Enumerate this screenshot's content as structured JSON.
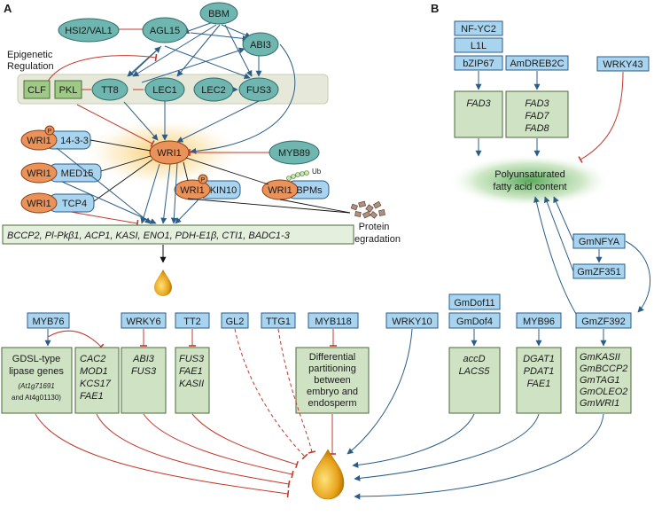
{
  "panels": {
    "a": "A",
    "b": "B"
  },
  "panel_a": {
    "top": {
      "hsi2": "HSI2/VAL1",
      "agl15": "AGL15",
      "bbm": "BBM",
      "abi3": "ABI3",
      "epigenetic": [
        "Epigenetic",
        "Regulation"
      ],
      "clf": "CLF",
      "pkl": "PKL",
      "tt8": "TT8",
      "lec1": "LEC1",
      "lec2": "LEC2",
      "fus3": "FUS3"
    },
    "wri1_regs": {
      "wri1": "WRI1",
      "p": "P",
      "ub": "Ub",
      "p1433": "14-3-3",
      "med15": "MED15",
      "tcp4": "TCP4",
      "myb89": "MYB89",
      "kin10": "KIN10",
      "bpms": "BPMs",
      "protein_degradation": [
        "Protein",
        "Degradation"
      ]
    },
    "targets": "BCCP2, Pl-Pkβ1, ACP1, KASI, ENO1, PDH-E1β, CTI1, BADC1-3"
  },
  "panel_b": {
    "nfyc2": "NF-YC2",
    "l1l": "L1L",
    "bzip67": "bZIP67",
    "amdreb2c": "AmDREB2C",
    "wrky43": "WRKY43",
    "fad3": "FAD3",
    "fad_group": [
      "FAD3",
      "FAD7",
      "FAD8"
    ],
    "pufa": [
      "Polyunsaturated",
      "fatty acid content"
    ],
    "gmnfya": "GmNFYA",
    "gmzf351": "GmZF351"
  },
  "bottom": {
    "tfs": {
      "myb76": "MYB76",
      "wrky6": "WRKY6",
      "tt2": "TT2",
      "gl2": "GL2",
      "ttg1": "TTG1",
      "myb118": "MYB118",
      "wrky10": "WRKY10",
      "gmdof11": "GmDof11",
      "gmdof4": "GmDof4",
      "myb96": "MYB96",
      "gmzf392": "GmZF392"
    },
    "gdsl": [
      "GDSL-type",
      "lipase genes",
      "(At1g71691",
      "and At4g01130)"
    ],
    "myb76_targets": [
      "CAC2",
      "MOD1",
      "KCS17",
      "FAE1"
    ],
    "wrky6_targets": [
      "ABI3",
      "FUS3"
    ],
    "tt2_targets": [
      "FUS3",
      "FAE1",
      "KASII"
    ],
    "myb118_targets": [
      "Differential",
      "partitioning",
      "between",
      "embryo and",
      "endosperm"
    ],
    "gmdof4_targets": [
      "accD",
      "LACS5"
    ],
    "myb96_targets": [
      "DGAT1",
      "PDAT1",
      "FAE1"
    ],
    "gmzf392_targets": [
      "GmKASII",
      "GmBCCP2",
      "GmTAG1",
      "GmOLEO2",
      "GmWRI1"
    ]
  },
  "colors": {
    "blue_box": "#a9d4ef",
    "green_box": "#cfe3c4",
    "teal_node": "#6fb5b0",
    "orange_node": "#e9925a",
    "red_line": "#c0392b",
    "blue_line": "#2c5d87"
  }
}
